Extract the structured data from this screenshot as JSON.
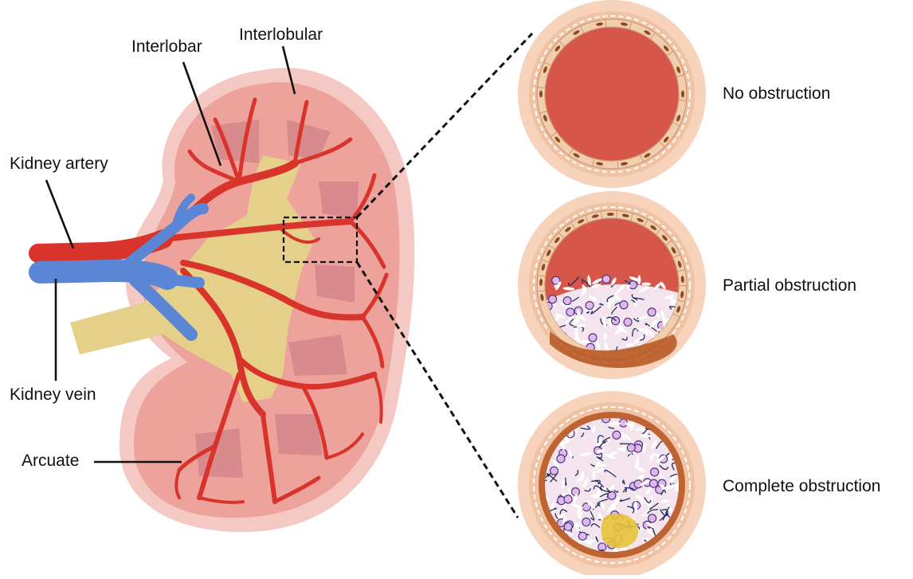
{
  "labels": {
    "interlobar": "Interlobar",
    "interlobular": "Interlobular",
    "kidney_artery": "Kidney artery",
    "kidney_vein": "Kidney vein",
    "arcuate": "Arcuate"
  },
  "vessel_states": {
    "none": "No obstruction",
    "partial": "Partial obstruction",
    "complete": "Complete obstruction"
  },
  "colors": {
    "kidney_capsule": "#f5c9c3",
    "kidney_cortex": "#eda39b",
    "pyramid": "#d98a8c",
    "pelvis": "#e5d08a",
    "artery": "#d9342b",
    "vein": "#5b86d6",
    "vessel_outer": "#f6d3ba",
    "vessel_wall": "#efc3a3",
    "endothelium": "#f2cdae",
    "lumen": "#d6574a",
    "nucleus": "#8a4a1e",
    "dashed": "#111111"
  }
}
